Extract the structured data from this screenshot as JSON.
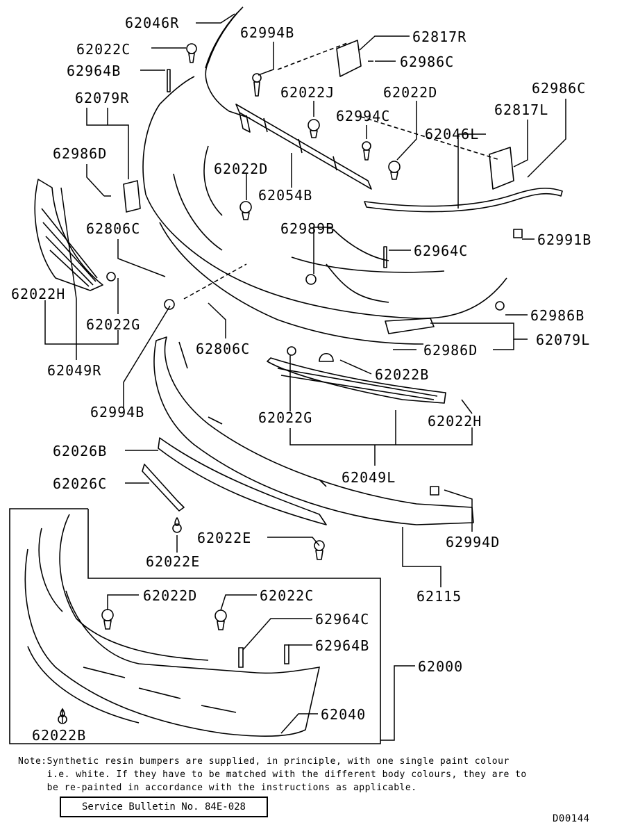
{
  "labels": {
    "l62046R": "62046R",
    "l62022C_top": "62022C",
    "l62994B_top": "62994B",
    "l62817R": "62817R",
    "l62986C_a": "62986C",
    "l62964B_top": "62964B",
    "l62022J": "62022J",
    "l62022D_a": "62022D",
    "l62986C_b": "62986C",
    "l62079R": "62079R",
    "l62994C": "62994C",
    "l62817L": "62817L",
    "l62046L": "62046L",
    "l62986D_a": "62986D",
    "l62022D_b": "62022D",
    "l62054B": "62054B",
    "l62806C_a": "62806C",
    "l62989B": "62989B",
    "l62991B": "62991B",
    "l62964C_a": "62964C",
    "l62022H_a": "62022H",
    "l62986B": "62986B",
    "l62022G_a": "62022G",
    "l62079L": "62079L",
    "l62806C_b": "62806C",
    "l62986D_b": "62986D",
    "l62049R": "62049R",
    "l62022B_a": "62022B",
    "l62994B_b": "62994B",
    "l62022G_b": "62022G",
    "l62022H_b": "62022H",
    "l62026B": "62026B",
    "l62049L": "62049L",
    "l62026C": "62026C",
    "l62994D": "62994D",
    "l62022E_a": "62022E",
    "l62022E_b": "62022E",
    "l62115": "62115",
    "l62022D_c": "62022D",
    "l62022C_c": "62022C",
    "l62964C_b": "62964C",
    "l62964B_b": "62964B",
    "l62000": "62000",
    "l62040": "62040",
    "l62022B_b": "62022B"
  },
  "note": {
    "line1": "Note:Synthetic resin bumpers are supplied, in principle, with one single paint colour",
    "line2": "     i.e. white. If they have to be matched with the different body colours, they are to",
    "line3": "     be re-painted in accordance with the instructions as applicable."
  },
  "bulletin": "Service Bulletin No. 84E-028",
  "diagram_code": "D00144"
}
